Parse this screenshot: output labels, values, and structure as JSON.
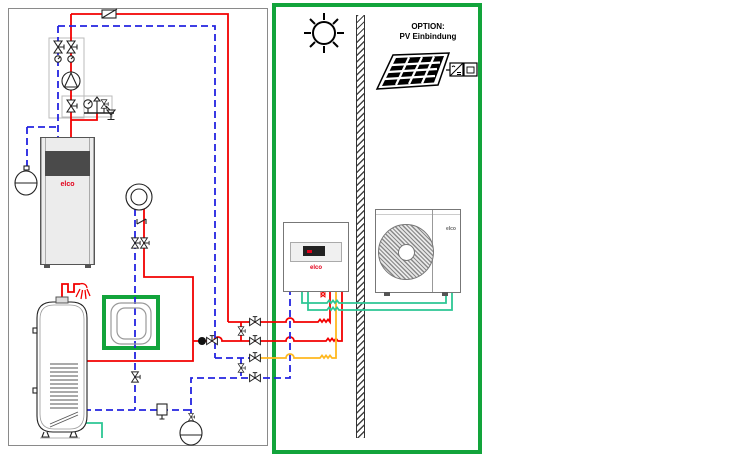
{
  "units": {
    "boiler": {
      "brand": "elco"
    },
    "indoor_unit": {
      "brand": "elco"
    },
    "outdoor_unit": {
      "brand": "elco"
    }
  },
  "pv_option": {
    "line1": "OPTION:",
    "line2": "PV Einbindung"
  },
  "colors": {
    "pipe-red": "#f20000",
    "pipe-blue": "#2424e0",
    "pipe-green": "#2cc694",
    "pipe-yellow": "#ffb81f",
    "accent-green": "#12a43b",
    "brand-red": "#e2001a",
    "frame-gray": "#8a8a8a"
  }
}
